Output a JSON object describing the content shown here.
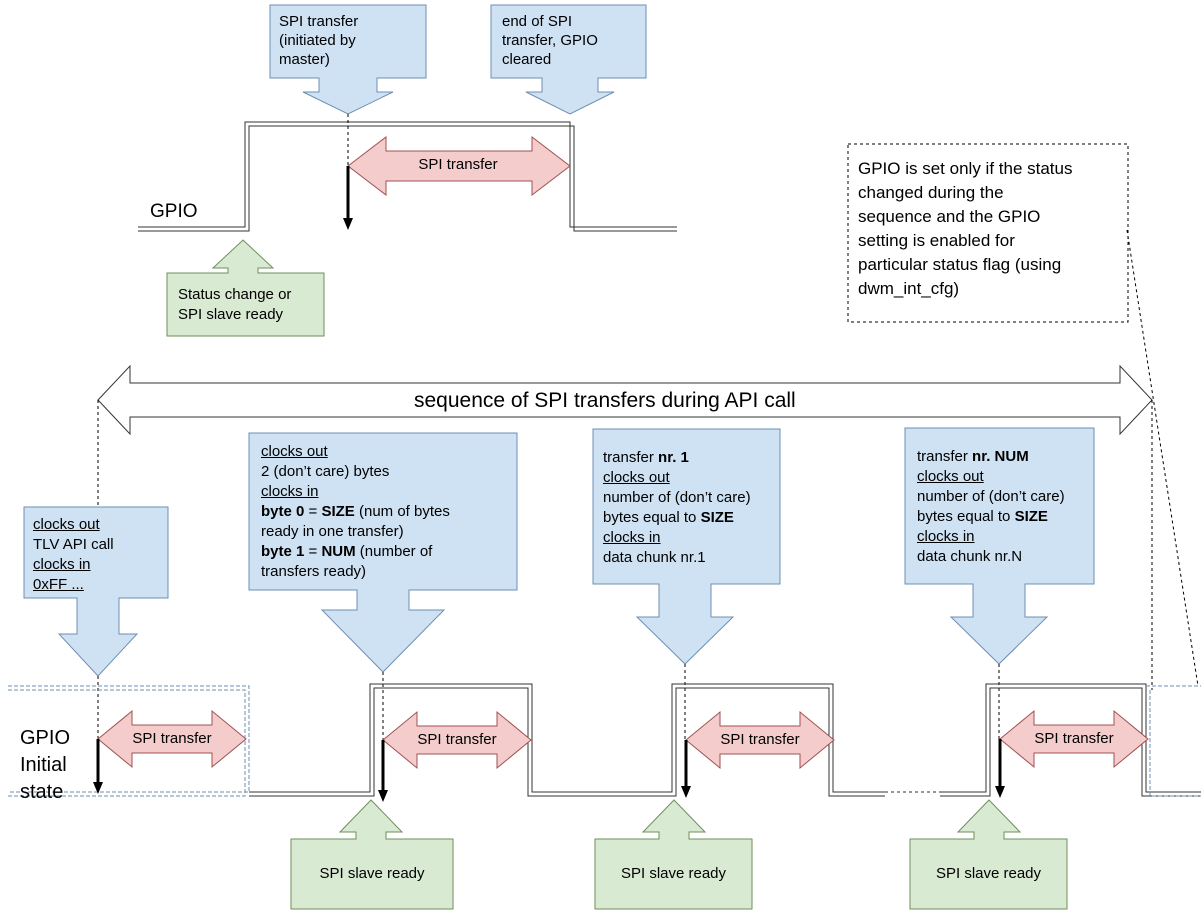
{
  "top": {
    "callout_start": [
      "SPI transfer",
      "(initiated by",
      "master)"
    ],
    "callout_end": [
      "end of SPI",
      "transfer, GPIO",
      "cleared"
    ],
    "spi_label": "SPI transfer",
    "gpio_label": "GPIO",
    "status_box": [
      "Status change or",
      "SPI slave ready"
    ]
  },
  "note": [
    "GPIO is set only if the status",
    "changed during the",
    "sequence and the GPIO",
    "setting is enabled for",
    "particular status flag (using",
    "dwm_int_cfg)"
  ],
  "sequence_label": "sequence of SPI transfers during API call",
  "bottom": {
    "gpio_label": [
      "GPIO",
      "Initial",
      "state"
    ],
    "callout_1": {
      "u1": "clocks out",
      "l1": "TLV API call",
      "u2": "clocks in",
      "u3": "0xFF ..."
    },
    "callout_2": {
      "u1": "clocks out",
      "l1": "2 (don’t care) bytes",
      "u2": "clocks in",
      "b1": "byte 0",
      "l2a": " = ",
      "b2": "SIZE",
      "l2b": " (num of bytes",
      "l3": "ready in one transfer)",
      "b3": "byte 1",
      "l4a": " = ",
      "b4": "NUM",
      "l4b": " (number of",
      "l5": "transfers ready)"
    },
    "callout_3": {
      "l1": "transfer ",
      "b1": "nr. 1",
      "u1": "clocks out",
      "l2": "number of (don’t care)",
      "l3": "bytes equal to ",
      "b2": "SIZE",
      "u2": "clocks in",
      "l4": "data chunk nr.1"
    },
    "callout_4": {
      "l1": "transfer ",
      "b1": "nr. NUM",
      "u1": "clocks out",
      "l2": "number of (don’t care)",
      "l3": "bytes equal to ",
      "b2": "SIZE",
      "u2": "clocks in",
      "l4": "data chunk nr.N"
    },
    "spi_labels": [
      "SPI transfer",
      "SPI transfer",
      "SPI transfer",
      "SPI transfer"
    ],
    "slave_ready": [
      "SPI slave ready",
      "SPI slave ready",
      "SPI slave ready"
    ]
  },
  "colors": {
    "blue_fill": "#cfe2f3",
    "blue_stroke": "#6d8fb3",
    "pink_fill": "#f4cccc",
    "pink_stroke": "#a05050",
    "green_fill": "#d9ead3",
    "green_stroke": "#6e8f5e"
  }
}
